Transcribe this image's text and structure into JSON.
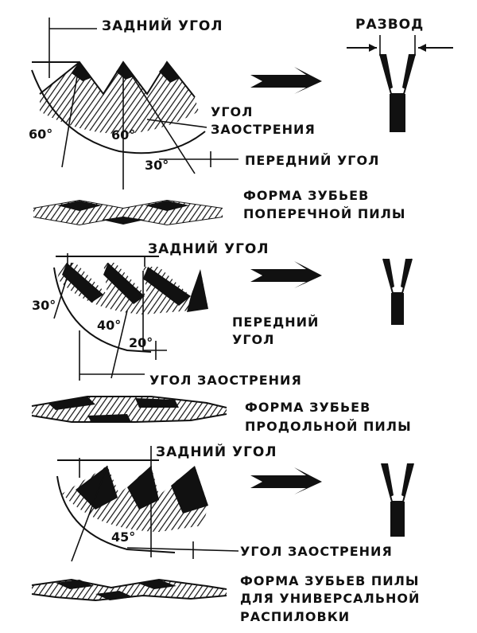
{
  "section1": {
    "rear_angle": "ЗАДНИЙ УГОЛ",
    "set": "РАЗВОД",
    "sharpening_angle_line1": "УГОЛ",
    "sharpening_angle_line2": "ЗАОСТРЕНИЯ",
    "front_angle": "ПЕРЕДНИЙ УГОЛ",
    "angle_left": "60°",
    "angle_center": "60°",
    "angle_front": "30°",
    "caption_line1": "ФОРМА ЗУБЬЕВ",
    "caption_line2": "ПОПЕРЕЧНОЙ ПИЛЫ"
  },
  "section2": {
    "rear_angle": "ЗАДНИЙ УГОЛ",
    "front_angle_line1": "ПЕРЕДНИЙ",
    "front_angle_line2": "УГОЛ",
    "sharpening_angle": "УГОЛ ЗАОСТРЕНИЯ",
    "angle_rear": "30°",
    "angle_sharp": "40°",
    "angle_front": "20°",
    "caption_line1": "ФОРМА ЗУБЬЕВ",
    "caption_line2": "ПРОДОЛЬНОЙ ПИЛЫ"
  },
  "section3": {
    "rear_angle": "ЗАДНИЙ УГОЛ",
    "sharpening_angle": "УГОЛ ЗАОСТРЕНИЯ",
    "angle_sharp": "45°",
    "caption_line1": "ФОРМА ЗУБЬЕВ ПИЛЫ",
    "caption_line2": "ДЛЯ УНИВЕРСАЛЬНОЙ",
    "caption_line3": "РАСПИЛОВКИ"
  }
}
